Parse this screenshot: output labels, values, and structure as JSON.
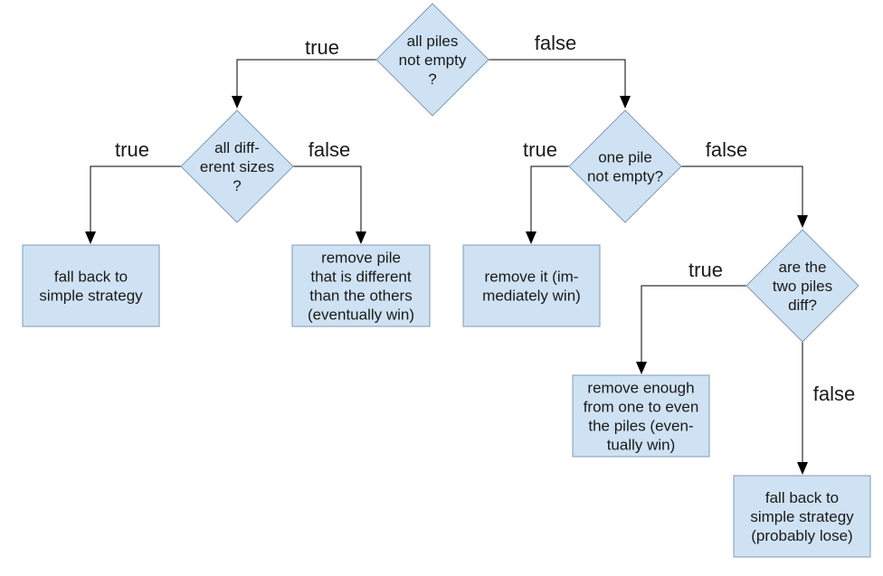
{
  "colors": {
    "node_fill": "#cfe2f3",
    "node_stroke": "#7f9bb5",
    "edge": "#000000",
    "text": "#1a1a1a"
  },
  "nodes": {
    "d1": {
      "kind": "decision",
      "lines": [
        "all piles",
        "not empty",
        "?"
      ]
    },
    "d2": {
      "kind": "decision",
      "lines": [
        "all diff-",
        "erent sizes",
        "?"
      ]
    },
    "d3": {
      "kind": "decision",
      "lines": [
        "one pile",
        "not empty?"
      ]
    },
    "d4": {
      "kind": "decision",
      "lines": [
        "are the",
        "two piles",
        "diff?"
      ]
    },
    "b1": {
      "kind": "process",
      "lines": [
        "fall back to",
        "simple strategy"
      ]
    },
    "b2": {
      "kind": "process",
      "lines": [
        "remove pile",
        "that is different",
        "than the others",
        "(eventually win)"
      ]
    },
    "b3": {
      "kind": "process",
      "lines": [
        "remove it (im-",
        "mediately win)"
      ]
    },
    "b4": {
      "kind": "process",
      "lines": [
        "remove enough",
        "from one to even",
        "the piles (even-",
        "tually win)"
      ]
    },
    "b5": {
      "kind": "process",
      "lines": [
        "fall back to",
        "simple strategy",
        "(probably lose)"
      ]
    }
  },
  "edges": [
    {
      "from": "d1",
      "to": "d2",
      "label": "true"
    },
    {
      "from": "d1",
      "to": "d3",
      "label": "false"
    },
    {
      "from": "d2",
      "to": "b1",
      "label": "true"
    },
    {
      "from": "d2",
      "to": "b2",
      "label": "false"
    },
    {
      "from": "d3",
      "to": "b3",
      "label": "true"
    },
    {
      "from": "d3",
      "to": "d4",
      "label": "false"
    },
    {
      "from": "d4",
      "to": "b4",
      "label": "true"
    },
    {
      "from": "d4",
      "to": "b5",
      "label": "false"
    }
  ]
}
